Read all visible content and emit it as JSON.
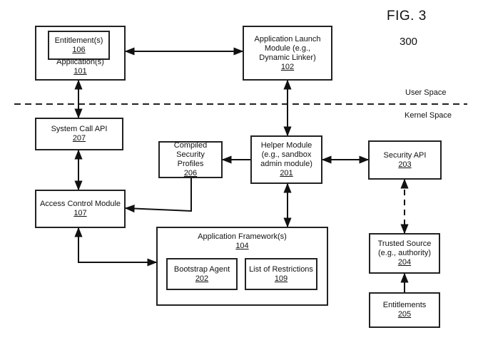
{
  "figure": {
    "title": "FIG. 3",
    "number": "300"
  },
  "spaces": {
    "user": "User Space",
    "kernel": "Kernel Space"
  },
  "boxes": {
    "entitlements_inner": {
      "label": "Entitlement(s)",
      "ref": "106"
    },
    "application": {
      "label": "Application(s)",
      "ref": "101"
    },
    "launch": {
      "label": "Application Launch Module (e.g., Dynamic Linker)",
      "ref": "102"
    },
    "syscall": {
      "label": "System Call API",
      "ref": "207"
    },
    "profiles": {
      "label": "Compiled Security Profiles",
      "ref": "206"
    },
    "helper": {
      "label": "Helper Module (e.g., sandbox admin module)",
      "ref": "201"
    },
    "security_api": {
      "label": "Security API",
      "ref": "203"
    },
    "access": {
      "label": "Access Control Module",
      "ref": "107"
    },
    "framework": {
      "label": "Application Framework(s)",
      "ref": "104"
    },
    "bootstrap": {
      "label": "Bootstrap Agent",
      "ref": "202"
    },
    "restrictions": {
      "label": "List of Restrictions",
      "ref": "109"
    },
    "trusted": {
      "label": "Trusted Source (e.g., authority)",
      "ref": "204"
    },
    "entitlements": {
      "label": "Entitlements",
      "ref": "205"
    }
  }
}
